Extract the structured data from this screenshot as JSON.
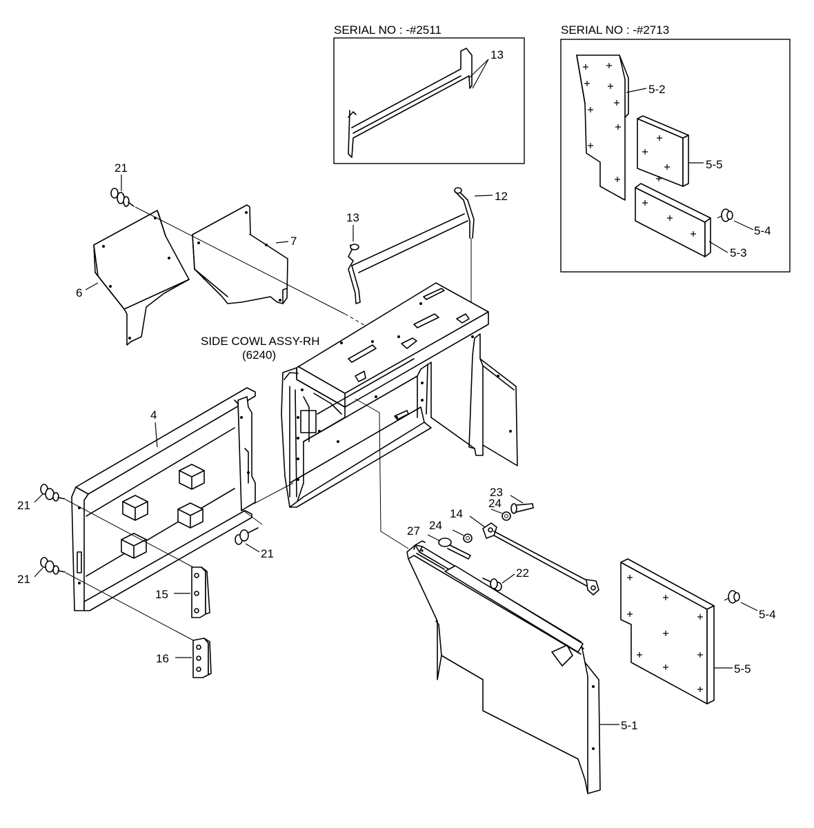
{
  "serial_boxes": [
    {
      "label": "SERIAL NO : -#2511"
    },
    {
      "label": "SERIAL NO : -#2713"
    }
  ],
  "assembly": {
    "name": "SIDE COWL ASSY-RH",
    "code": "(6240)"
  },
  "callouts": [
    "13",
    "5-2",
    "5-5",
    "5-4",
    "5-3",
    "21",
    "12",
    "13",
    "7",
    "6",
    "4",
    "21",
    "21",
    "21",
    "15",
    "16",
    "23",
    "24",
    "14",
    "24",
    "27",
    "22",
    "5-4",
    "5-5",
    "5-1"
  ]
}
